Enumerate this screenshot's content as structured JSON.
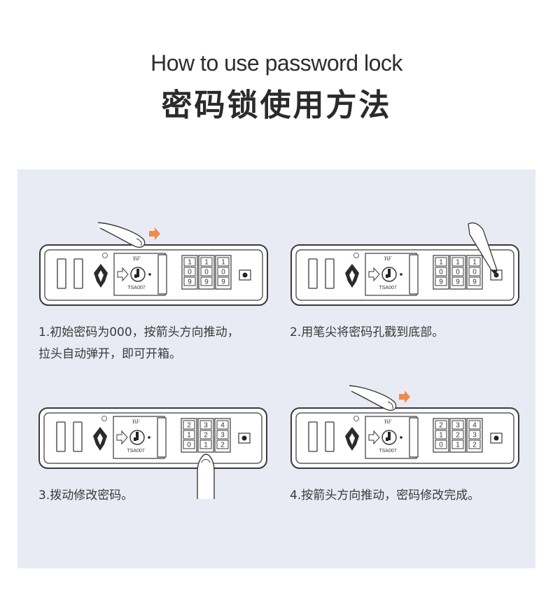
{
  "header": {
    "title_en": "How to use password lock",
    "title_cn": "密码锁使用方法"
  },
  "lock": {
    "brand": "YiF",
    "model": "TSA007"
  },
  "colors": {
    "panel_bg": "#e8ebf4",
    "arrow_orange": "#f08a4b",
    "outline": "#3a3a3a"
  },
  "steps": [
    {
      "caption_line1": "1.初始密码为000，按箭头方向推动，",
      "caption_line2": "拉头自动弹开，即可开箱。",
      "wheels": [
        [
          "1",
          "0",
          "9"
        ],
        [
          "1",
          "0",
          "9"
        ],
        [
          "1",
          "0",
          "9"
        ]
      ],
      "pointer": "finger-push",
      "arrow": true
    },
    {
      "caption_line1": "2.用笔尖将密码孔戳到底部。",
      "caption_line2": "",
      "wheels": [
        [
          "1",
          "0",
          "9"
        ],
        [
          "1",
          "0",
          "9"
        ],
        [
          "1",
          "0",
          "9"
        ]
      ],
      "pointer": "pen-tip",
      "arrow": false
    },
    {
      "caption_line1": "3.拨动修改密码。",
      "caption_line2": "",
      "wheels": [
        [
          "2",
          "1",
          "0"
        ],
        [
          "3",
          "2",
          "1"
        ],
        [
          "4",
          "3",
          "2"
        ]
      ],
      "pointer": "finger-dial",
      "arrow": false
    },
    {
      "caption_line1": "4.按箭头方向推动，密码修改完成。",
      "caption_line2": "",
      "wheels": [
        [
          "2",
          "1",
          "0"
        ],
        [
          "3",
          "2",
          "1"
        ],
        [
          "4",
          "3",
          "2"
        ]
      ],
      "pointer": "finger-push",
      "arrow": true
    }
  ]
}
